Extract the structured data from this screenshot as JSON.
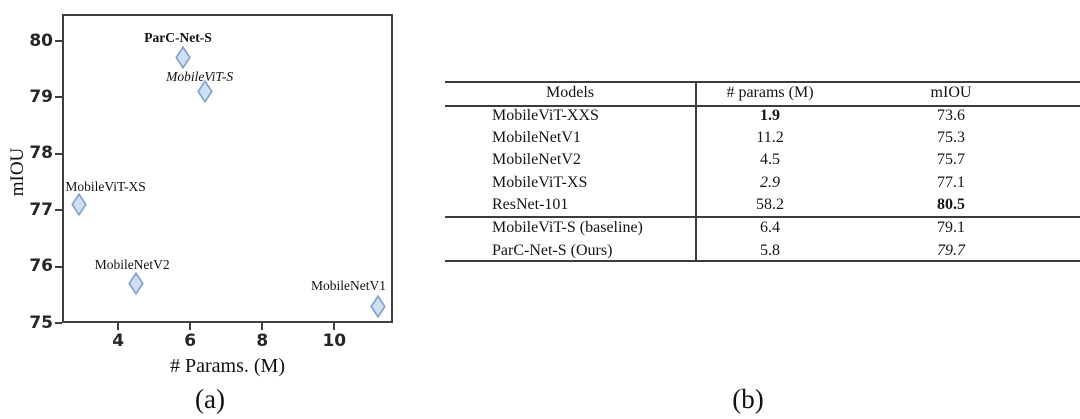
{
  "captions": {
    "a": "(a)",
    "b": "(b)"
  },
  "chart_data": {
    "type": "scatter",
    "title": "",
    "xlabel": "# Params. (M)",
    "ylabel": "mIOU",
    "xlim": [
      2.44,
      11.63
    ],
    "ylim": [
      75,
      80.48
    ],
    "xticks": [
      4,
      6,
      8,
      10
    ],
    "yticks": [
      75,
      76,
      77,
      78,
      79,
      80
    ],
    "grid": "off",
    "legend": "none",
    "marker": "thin-diamond",
    "marker_fill": "#cfdff2",
    "marker_edge": "#7f9fca",
    "points": [
      {
        "name": "ParC-Net-S",
        "x": 5.8,
        "y": 79.7,
        "style": "bold",
        "label_dx": -5,
        "label_dy": -27
      },
      {
        "name": "MobileViT-S",
        "x": 6.4,
        "y": 79.1,
        "style": "italic",
        "label_dx": -5,
        "label_dy": -22
      },
      {
        "name": "MobileViT-XS",
        "x": 2.9,
        "y": 77.1,
        "style": "normal",
        "label_dx": 27,
        "label_dy": -25
      },
      {
        "name": "MobileNetV2",
        "x": 4.5,
        "y": 75.7,
        "style": "normal",
        "label_dx": -4,
        "label_dy": -26
      },
      {
        "name": "MobileNetV1",
        "x": 11.2,
        "y": 75.3,
        "style": "normal",
        "label_dx": -29,
        "label_dy": -27
      }
    ]
  },
  "table": {
    "headers": [
      "Models",
      "# params (M)",
      "mIOU"
    ],
    "rows": [
      {
        "model": "MobileViT-XXS",
        "params": "1.9",
        "params_style": "bold",
        "miou": "73.6",
        "miou_style": "normal",
        "group": 1
      },
      {
        "model": "MobileNetV1",
        "params": "11.2",
        "params_style": "normal",
        "miou": "75.3",
        "miou_style": "normal",
        "group": 1
      },
      {
        "model": "MobileNetV2",
        "params": "4.5",
        "params_style": "normal",
        "miou": "75.7",
        "miou_style": "normal",
        "group": 1
      },
      {
        "model": "MobileViT-XS",
        "params": "2.9",
        "params_style": "italic",
        "miou": "77.1",
        "miou_style": "normal",
        "group": 1
      },
      {
        "model": "ResNet-101",
        "params": "58.2",
        "params_style": "normal",
        "miou": "80.5",
        "miou_style": "bold",
        "group": 1
      },
      {
        "model": "MobileViT-S (baseline)",
        "params": "6.4",
        "params_style": "normal",
        "miou": "79.1",
        "miou_style": "normal",
        "group": 2
      },
      {
        "model": "ParC-Net-S (Ours)",
        "params": "5.8",
        "params_style": "normal",
        "miou": "79.7",
        "miou_style": "italic",
        "group": 2
      }
    ]
  }
}
